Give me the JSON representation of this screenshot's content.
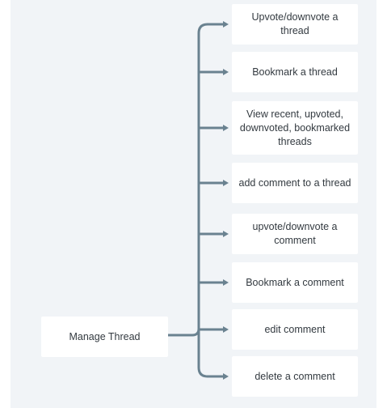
{
  "diagram": {
    "root": {
      "label": "Manage Thread"
    },
    "children": [
      {
        "label": "Upvote/downvote  a thread"
      },
      {
        "label": "Bookmark a thread"
      },
      {
        "label": "View recent, upvoted, downvoted, bookmarked threads"
      },
      {
        "label": "add comment to a thread"
      },
      {
        "label": "upvote/downvote a comment"
      },
      {
        "label": "Bookmark a comment"
      },
      {
        "label": "edit comment"
      },
      {
        "label": "delete a comment"
      }
    ],
    "connector_color": "#6a8290"
  }
}
